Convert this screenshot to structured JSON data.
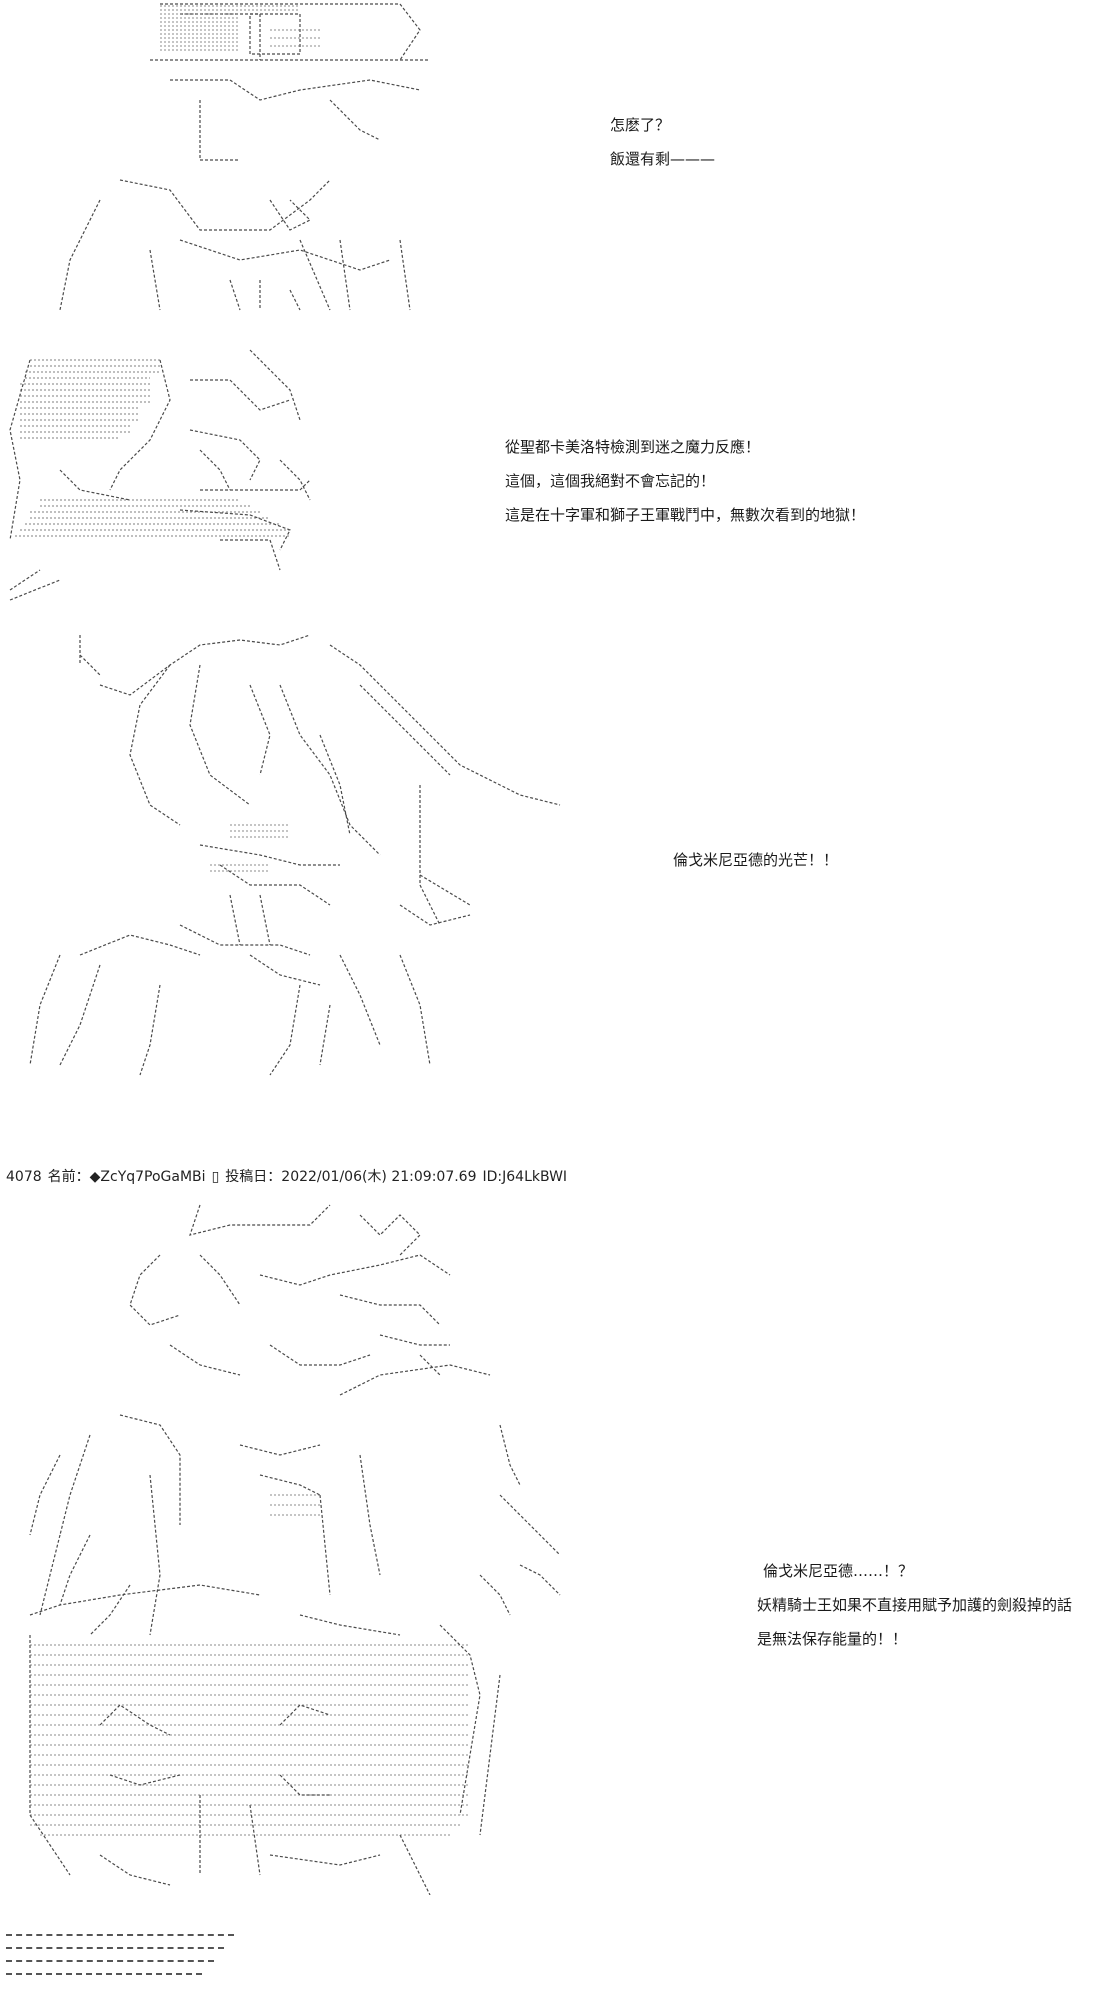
{
  "panels": [
    {
      "id": "panel-1",
      "lines": [
        "怎麽了？",
        "飯還有剩———"
      ]
    },
    {
      "id": "panel-2",
      "lines": [
        "從聖都卡美洛特檢測到迷之魔力反應！",
        "這個，這個我絕對不會忘記的！",
        "這是在十字軍和獅子王軍戰鬥中，無數次看到的地獄！"
      ]
    },
    {
      "id": "panel-3",
      "lines": [
        "倫戈米尼亞德的光芒！！"
      ]
    },
    {
      "id": "panel-4",
      "lines": [
        "倫戈米尼亞德……！？",
        "妖精騎士王如果不直接用賦予加護的劍殺掉的話",
        "是無法保存能量的！！"
      ]
    }
  ],
  "post_header": {
    "number": "4078",
    "name_label": "名前：",
    "name": "◆ZcYq7PoGaMBi",
    "box": "▯",
    "date_label": "投稿日：",
    "date": "2022/01/06(木) 21:09:07.69",
    "id": "ID:J64LkBWI"
  },
  "colors": {
    "ink": "#222222",
    "art_stroke": "#4a4a4a",
    "background": "#ffffff"
  }
}
